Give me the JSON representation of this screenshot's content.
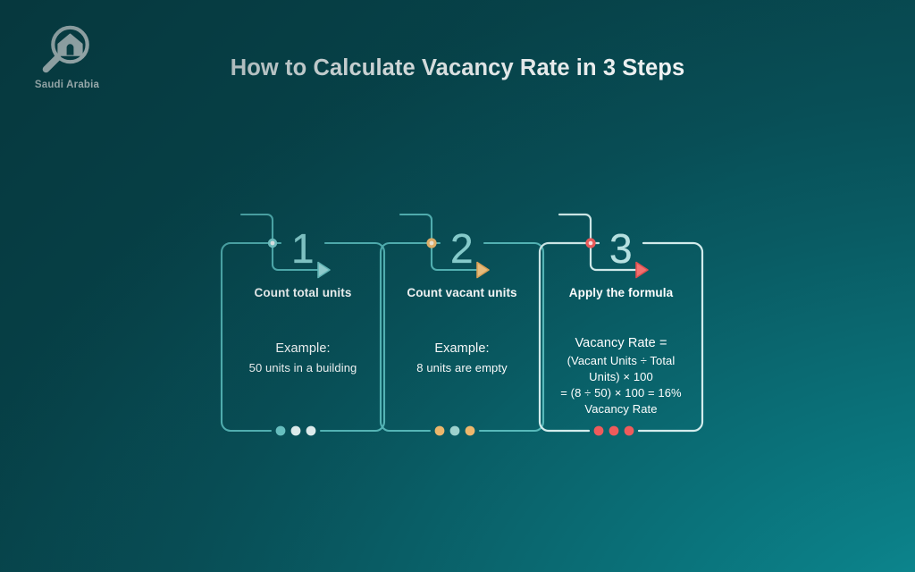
{
  "brand": {
    "name": "Saudi Arabia",
    "logo_icon": "magnifier-house-icon"
  },
  "header": {
    "title": "How to Calculate Vacancy Rate in 3 Steps"
  },
  "colors": {
    "background_dark": "#0a4a50",
    "background_light": "#0d8088",
    "text": "#ffffff",
    "accent_step1": "#7fd4d4",
    "accent_step2": "#f0b86c",
    "accent_step3": "#ef5b5b",
    "border_step1": "#5fbdbd",
    "border_step2": "#5fbdbd",
    "border_step3": "#d8efef"
  },
  "steps": [
    {
      "number": "1",
      "heading": "Count total units",
      "example_lines": [
        "Example:",
        "50 units in a building"
      ],
      "accent": "#7fd4d4",
      "border": "#57b9ba",
      "dot_icon": "step-dot-icon",
      "arrow_icon": "arrow-right-icon",
      "progress_dots": 3
    },
    {
      "number": "2",
      "heading": "Count vacant units",
      "example_lines": [
        "Example:",
        "8 units are empty"
      ],
      "accent": "#f0b86c",
      "border": "#57b9ba",
      "dot_icon": "step-dot-icon",
      "arrow_icon": "arrow-right-icon",
      "progress_dots": 3
    },
    {
      "number": "3",
      "heading": "Apply the formula",
      "example_lines": [
        "Vacancy Rate =",
        "(Vacant Units ÷ Total",
        "Units) × 100",
        "= (8 ÷ 50) × 100 = 16%",
        "Vacancy Rate"
      ],
      "accent": "#ef5b5b",
      "border": "#d3ecec",
      "dot_icon": "step-dot-icon",
      "arrow_icon": "arrow-right-icon",
      "progress_dots": 3
    }
  ]
}
